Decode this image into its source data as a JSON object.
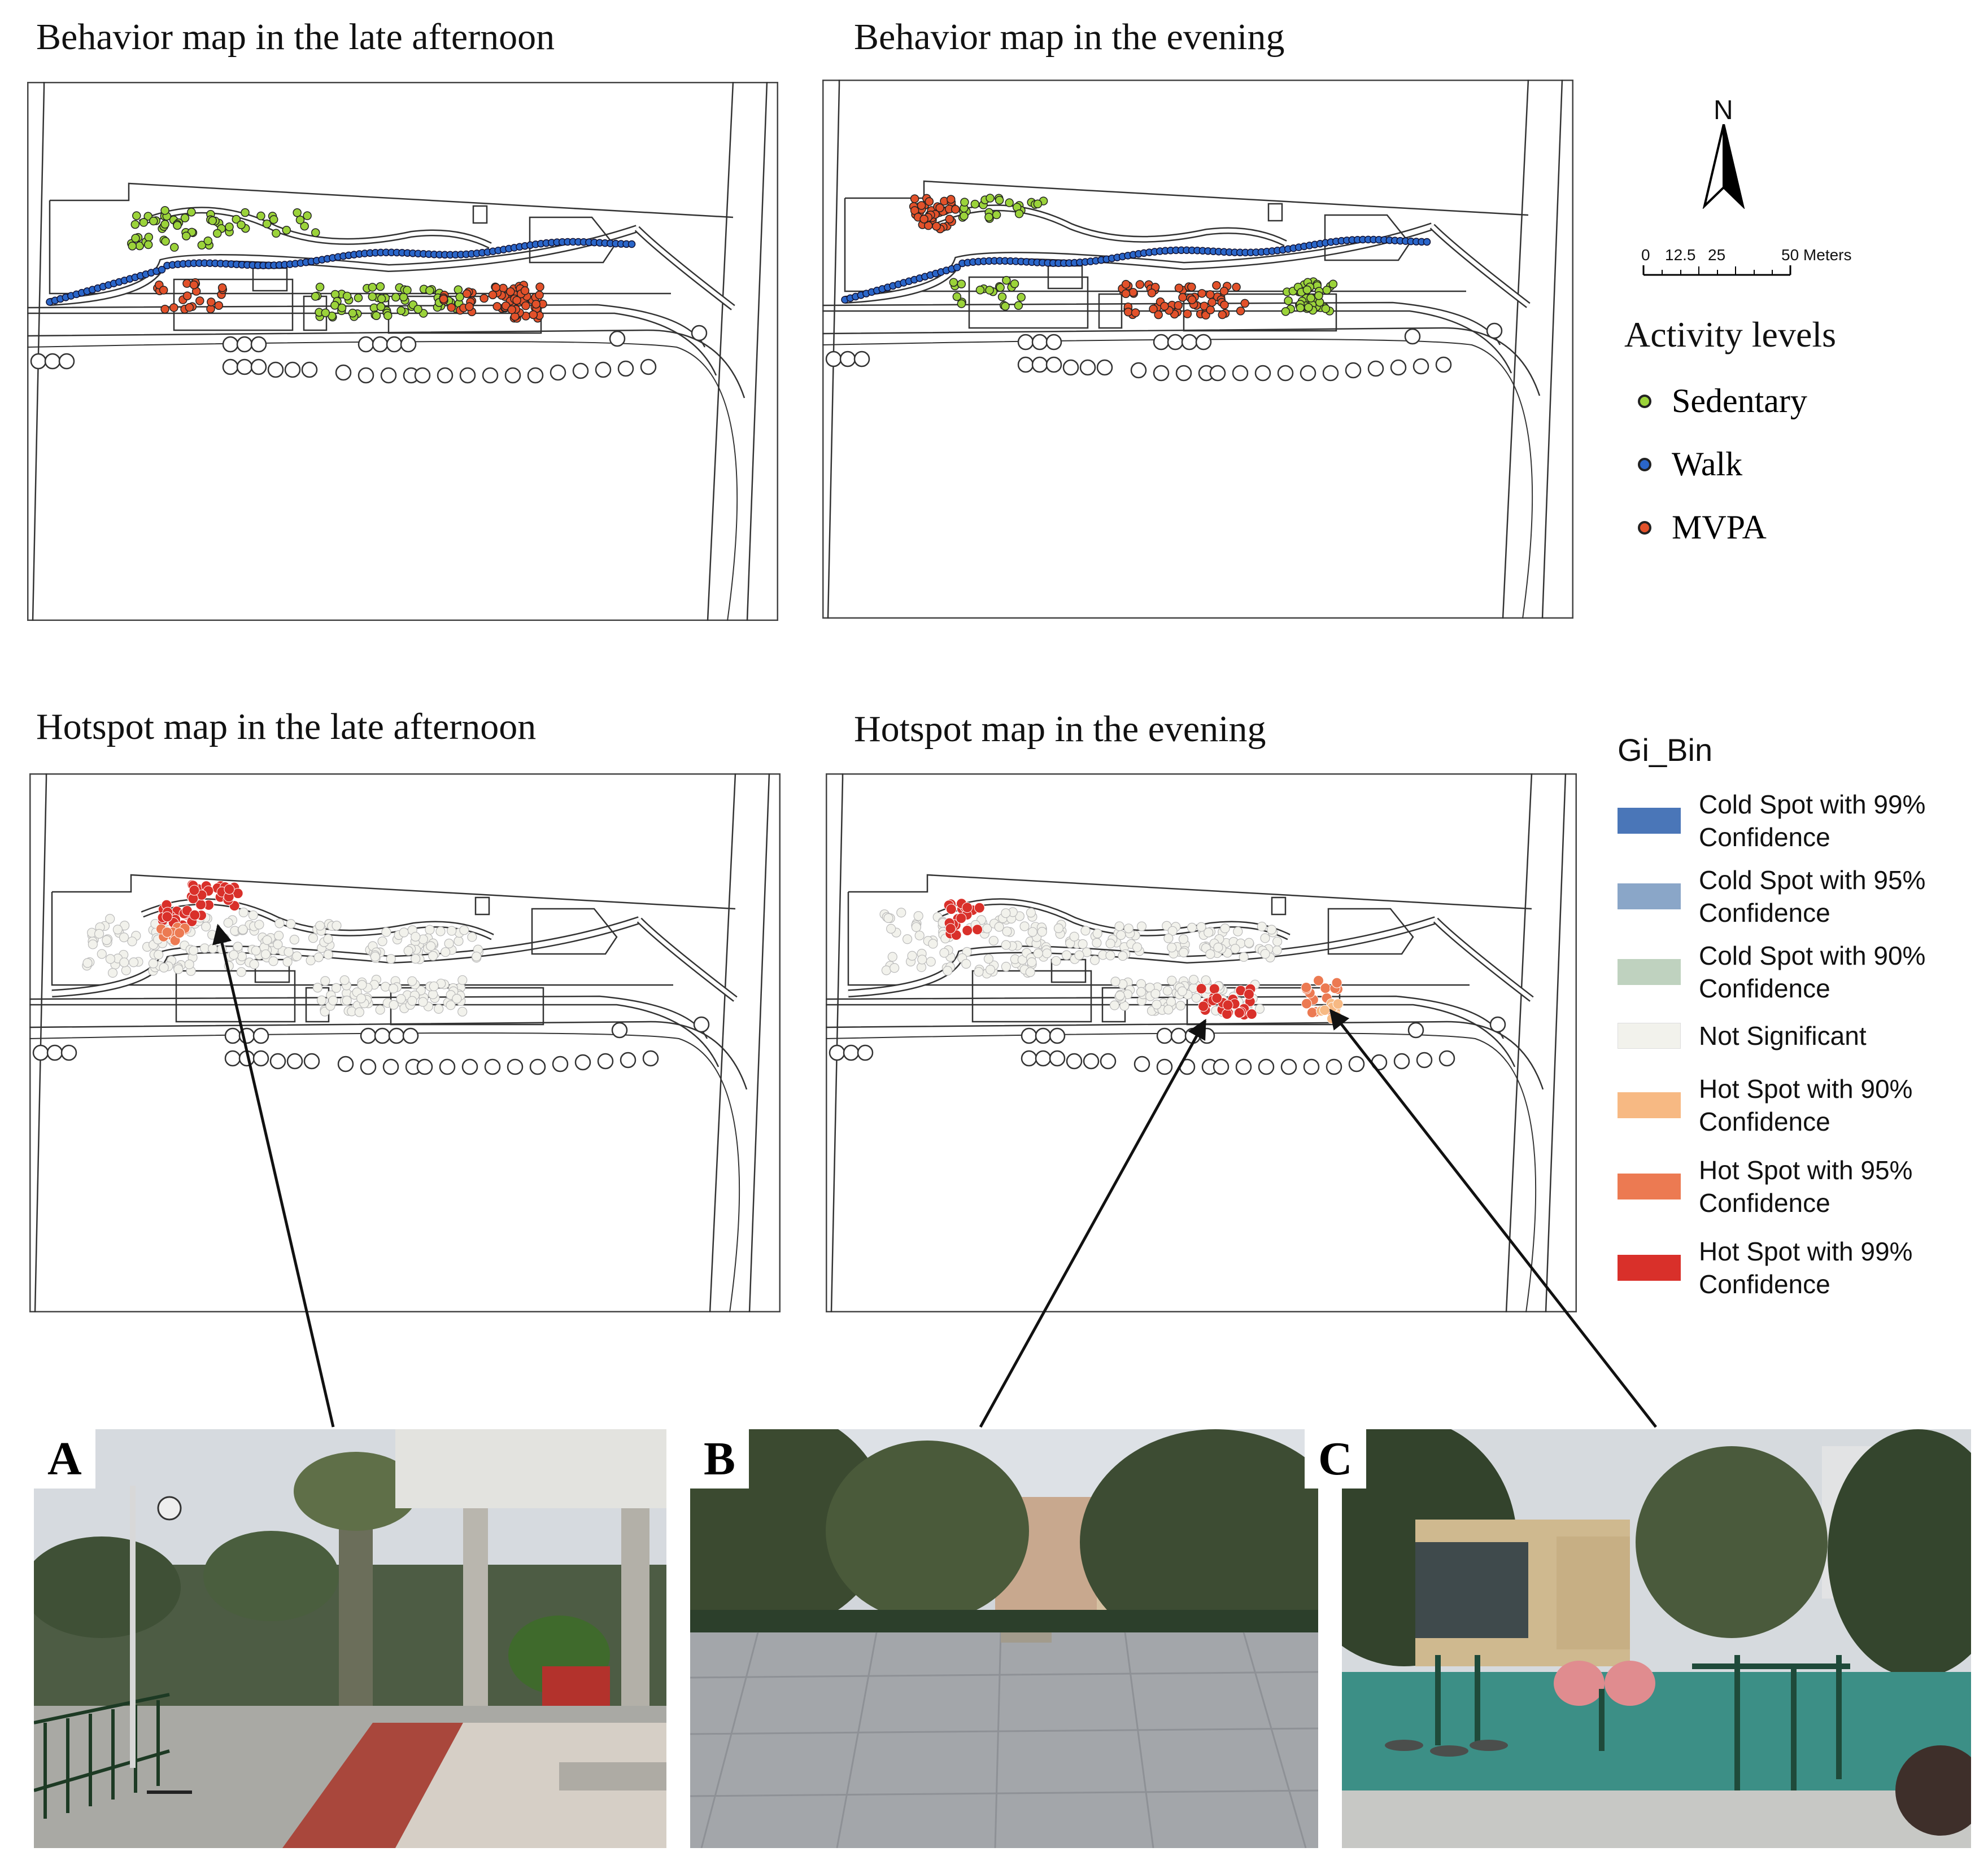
{
  "maps": {
    "behavior_afternoon_title": "Behavior map in the late afternoon",
    "behavior_evening_title": "Behavior map in the evening",
    "hotspot_afternoon_title": "Hotspot map in the late afternoon",
    "hotspot_evening_title": "Hotspot map in the evening"
  },
  "north_arrow": {
    "label": "N"
  },
  "scale_bar": {
    "ticks": [
      "0",
      "12.5",
      "25",
      "50 Meters"
    ]
  },
  "activity_legend": {
    "title": "Activity levels",
    "items": [
      {
        "label": "Sedentary",
        "color": "#9bd33a"
      },
      {
        "label": "Walk",
        "color": "#2a66c9"
      },
      {
        "label": "MVPA",
        "color": "#e2512a"
      }
    ]
  },
  "gi_legend": {
    "title": "Gi_Bin",
    "items": [
      {
        "line1": "Cold Spot with 99%",
        "line2": "Confidence",
        "color": "#4a76b8"
      },
      {
        "line1": "Cold Spot with 95%",
        "line2": "Confidence",
        "color": "#8aa6c8"
      },
      {
        "line1": "Cold Spot with 90%",
        "line2": "Confidence",
        "color": "#bfd2bf"
      },
      {
        "line1": "Not Significant",
        "line2": "",
        "color": "#f2f2ec"
      },
      {
        "line1": "Hot Spot with 90%",
        "line2": "Confidence",
        "color": "#f7b983"
      },
      {
        "line1": "Hot Spot with 95%",
        "line2": "Confidence",
        "color": "#ec7a52"
      },
      {
        "line1": "Hot Spot with 99%",
        "line2": "Confidence",
        "color": "#d9302a"
      }
    ]
  },
  "photos": [
    {
      "letter": "A"
    },
    {
      "letter": "B"
    },
    {
      "letter": "C"
    }
  ]
}
